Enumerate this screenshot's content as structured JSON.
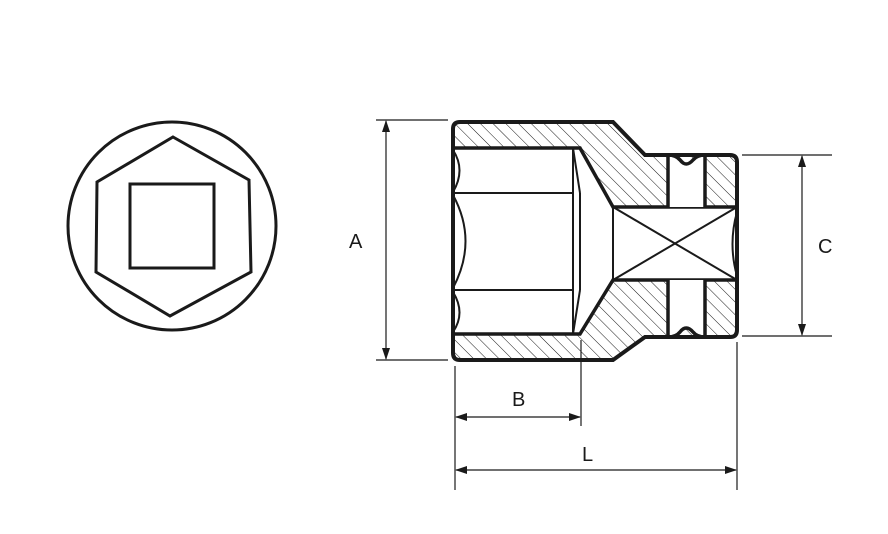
{
  "diagram": {
    "dimension_labels": {
      "A": "A",
      "B": "B",
      "C": "C",
      "L": "L"
    },
    "colors": {
      "stroke": "#1a1a1a",
      "background": "#ffffff"
    }
  }
}
